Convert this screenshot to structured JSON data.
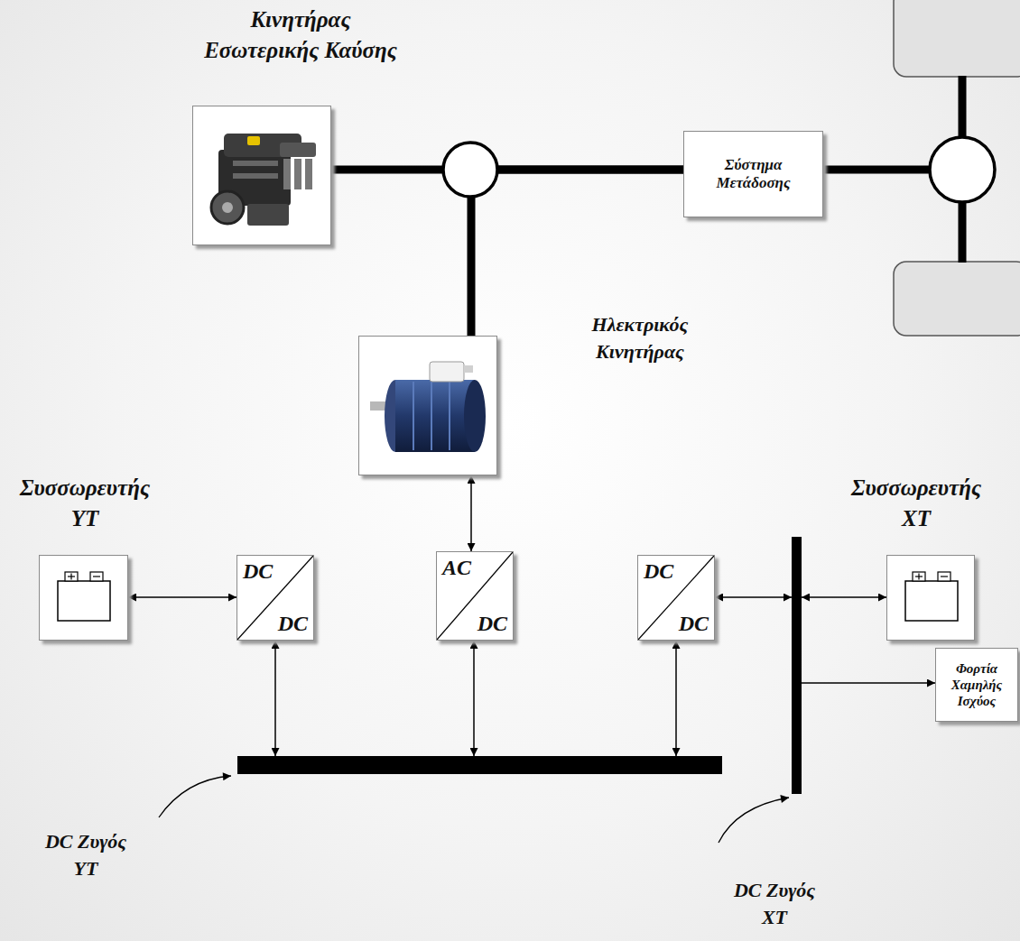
{
  "diagram": {
    "nodes": [
      {
        "text": [
          "Κινητήρας Εσωτερικής Καύσης"
        ]
      },
      {
        "text": [
          "Σύστημα Μετάδοσης"
        ]
      },
      {
        "text": [
          "Ηλεκτρικός Κινητήρας"
        ]
      },
      {
        "text": [
          "Συσσωρευτής ΥΤ"
        ]
      },
      {
        "text": [
          "DC",
          "DC"
        ]
      },
      {
        "text": [
          "AC",
          "DC"
        ]
      },
      {
        "text": [
          "DC",
          "DC"
        ]
      },
      {
        "text": [
          "DC Ζυγός ΧΤ"
        ]
      },
      {
        "text": [
          "Συσσωρευτής ΧΤ"
        ]
      },
      {
        "text": [
          "Φορτία Χαμηλής Ισχύος"
        ]
      },
      {
        "text": [
          "DC Ζυγός ΥΤ"
        ]
      }
    ],
    "edges": [
      {
        "from": 0,
        "to": 1,
        "arrow": "none"
      },
      {
        "from": 2,
        "to": 1,
        "arrow": "none"
      },
      {
        "from": 2,
        "to": 5,
        "arrow": "both"
      },
      {
        "from": 3,
        "to": 4,
        "arrow": "both"
      },
      {
        "from": 4,
        "to": 10,
        "arrow": "both"
      },
      {
        "from": 5,
        "to": 10,
        "arrow": "both"
      },
      {
        "from": 6,
        "to": 10,
        "arrow": "both"
      },
      {
        "from": 6,
        "to": 7,
        "arrow": "both"
      },
      {
        "from": 7,
        "to": 8,
        "arrow": "both"
      },
      {
        "from": 7,
        "to": 9,
        "arrow": "to"
      }
    ]
  }
}
